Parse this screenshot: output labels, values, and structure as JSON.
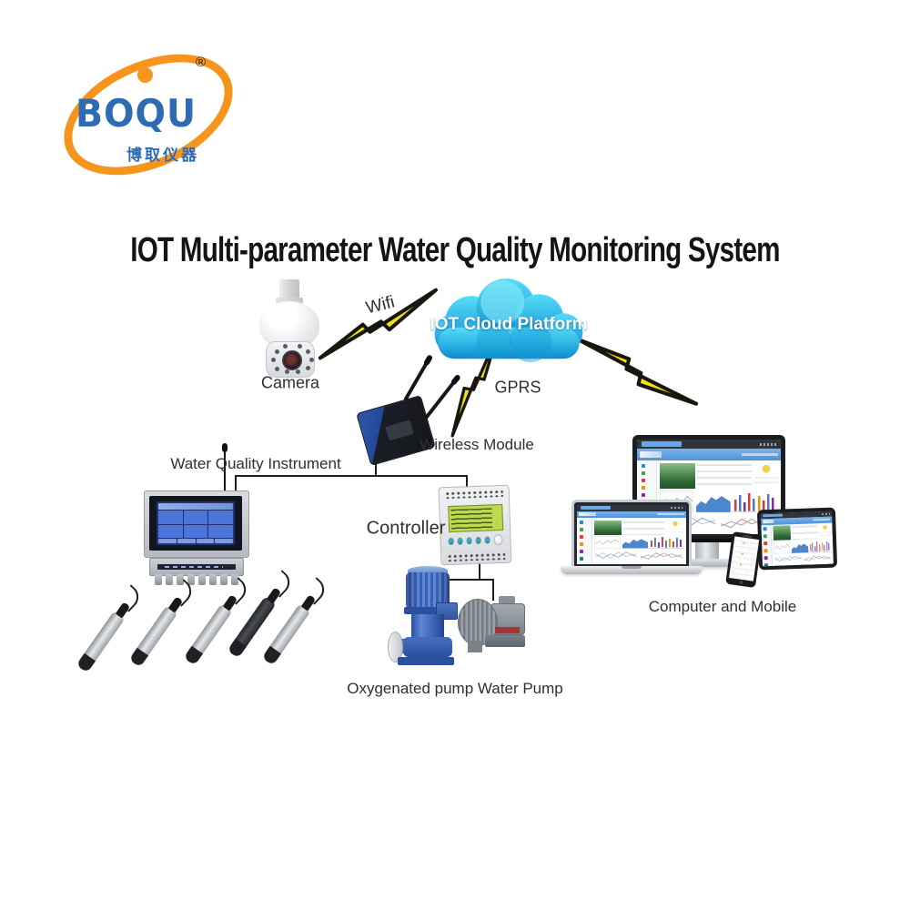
{
  "logo": {
    "brand": "BOQU",
    "registered_mark": "®",
    "subtitle_cn": "博取仪器"
  },
  "title": "IOT Multi-parameter Water Quality Monitoring System",
  "cloud": {
    "label": "IOT Cloud Platform"
  },
  "connections": {
    "wifi": "Wifi",
    "gprs": "GPRS"
  },
  "nodes": {
    "camera": "Camera",
    "wireless_module": "Wireless Module",
    "water_quality_instrument": "Water Quality Instrument",
    "controller": "Controller",
    "pumps": "Oxygenated pump Water Pump",
    "computer_mobile": "Computer and Mobile"
  },
  "colors": {
    "brand_blue": "#2d6cb5",
    "brand_orange": "#f7941d",
    "cloud_top": "#45d9f7",
    "cloud_bottom": "#0d8fd2",
    "bolt_yellow": "#f2df17",
    "label_text": "#2f2f2f"
  }
}
